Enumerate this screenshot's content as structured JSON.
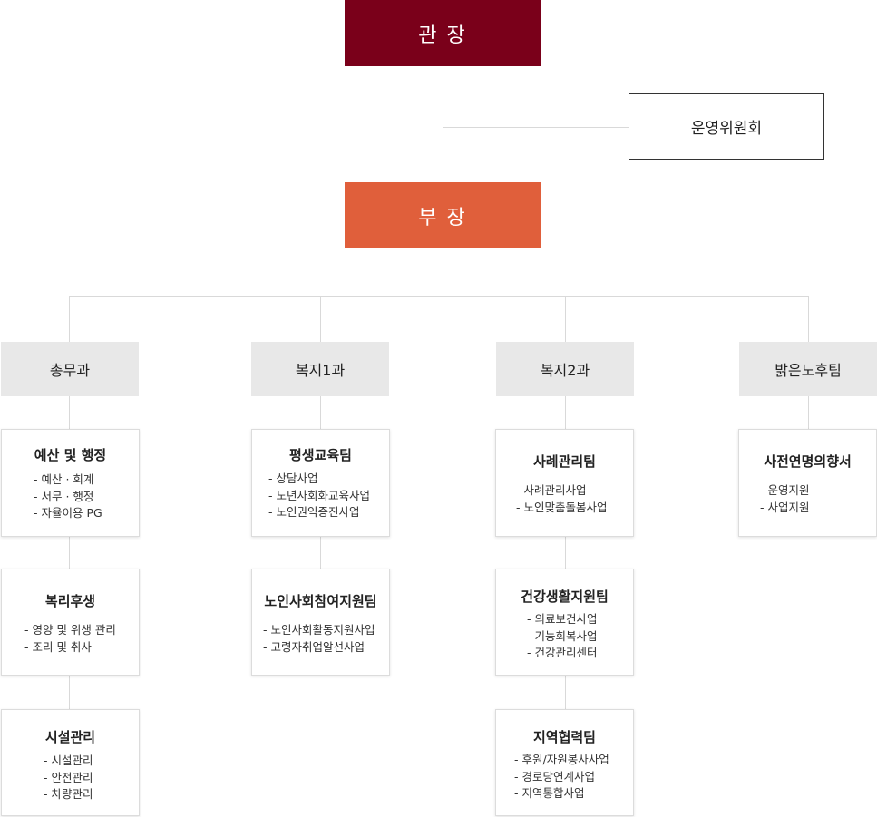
{
  "colors": {
    "chief": "#7a001a",
    "deputy": "#e05f3b",
    "dept_bg": "#e8e8e8",
    "line": "#d9d9d9"
  },
  "chief": {
    "label": "관 장"
  },
  "committee": {
    "label": "운영위원회"
  },
  "deputy": {
    "label": "부 장"
  },
  "departments": [
    {
      "name": "총무과",
      "teams": [
        {
          "title": "예산 및 행정",
          "items": [
            "- 예산 · 회계",
            "- 서무 · 행정",
            "- 자율이용 PG"
          ]
        },
        {
          "title": "복리후생",
          "items": [
            "- 영양 및 위생 관리",
            "- 조리 및 취사"
          ]
        },
        {
          "title": "시설관리",
          "items": [
            "- 시설관리",
            "- 안전관리",
            "- 차량관리"
          ]
        }
      ]
    },
    {
      "name": "복지1과",
      "teams": [
        {
          "title": "평생교육팀",
          "items": [
            "- 상담사업",
            "- 노년사회화교육사업",
            "- 노인권익증진사업"
          ]
        },
        {
          "title": "노인사회참여지원팀",
          "items": [
            "- 노인사회활동지원사업",
            "- 고령자취업알선사업"
          ]
        }
      ]
    },
    {
      "name": "복지2과",
      "teams": [
        {
          "title": "사례관리팀",
          "items": [
            "- 사례관리사업",
            "- 노인맞춤돌봄사업"
          ]
        },
        {
          "title": "건강생활지원팀",
          "items": [
            "- 의료보건사업",
            "- 기능회복사업",
            "- 건강관리센터"
          ]
        },
        {
          "title": "지역협력팀",
          "items": [
            "- 후원/자원봉사사업",
            "- 경로당연계사업",
            "- 지역통합사업"
          ]
        }
      ]
    },
    {
      "name": "밝은노후팀",
      "teams": [
        {
          "title": "사전연명의향서",
          "items": [
            "- 운영지원",
            "- 사업지원"
          ]
        }
      ]
    }
  ]
}
